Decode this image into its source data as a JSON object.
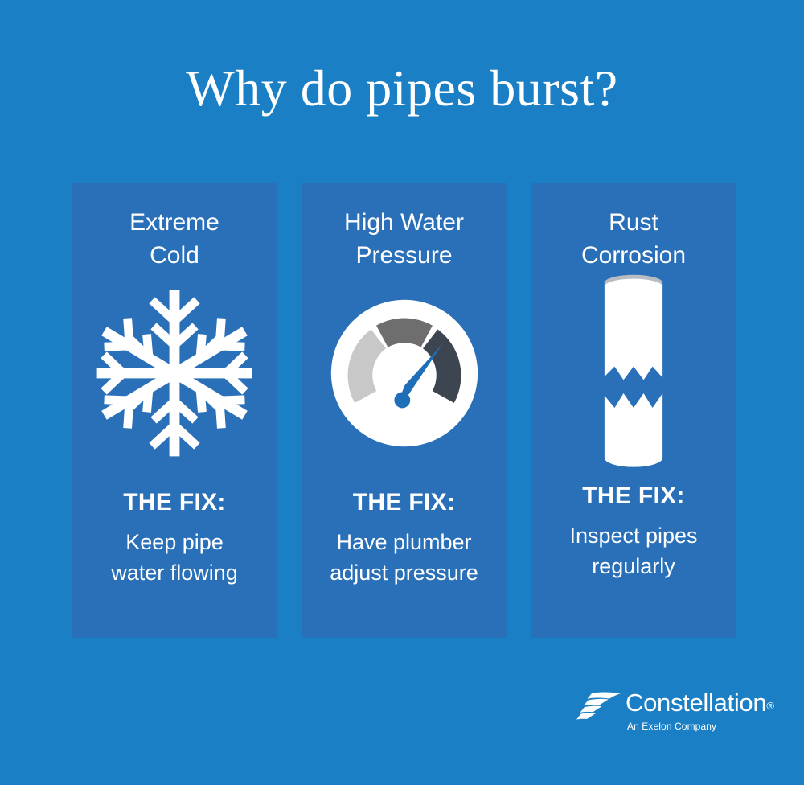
{
  "page": {
    "background_color": "#1a7fc4",
    "title": "Why do pipes burst?"
  },
  "cards": [
    {
      "heading": "Extreme\nCold",
      "icon": "snowflake-icon",
      "fix_label": "THE FIX:",
      "fix_text": "Keep pipe\nwater flowing",
      "background_color": "#2a70b8"
    },
    {
      "heading": "High Water\nPressure",
      "icon": "pressure-gauge-icon",
      "fix_label": "THE FIX:",
      "fix_text": "Have plumber\nadjust pressure",
      "background_color": "#2a70b8"
    },
    {
      "heading": "Rust\nCorrosion",
      "icon": "broken-pipe-icon",
      "fix_label": "THE FIX:",
      "fix_text": "Inspect pipes\nregularly",
      "background_color": "#2a70b8"
    }
  ],
  "gauge": {
    "segment_light_color": "#c8c8c8",
    "segment_medium_color": "#6e6e6e",
    "segment_dark_color": "#3d4650",
    "needle_color": "#1f6fb8",
    "face_color": "#ffffff"
  },
  "pipe": {
    "body_color": "#ffffff",
    "top_ellipse_color": "#b9bcc0"
  },
  "logo": {
    "mark": "constellation-swoosh-icon",
    "wordmark": "Constellation",
    "registered_symbol": "®",
    "tagline": "An Exelon Company",
    "color": "#ffffff"
  }
}
